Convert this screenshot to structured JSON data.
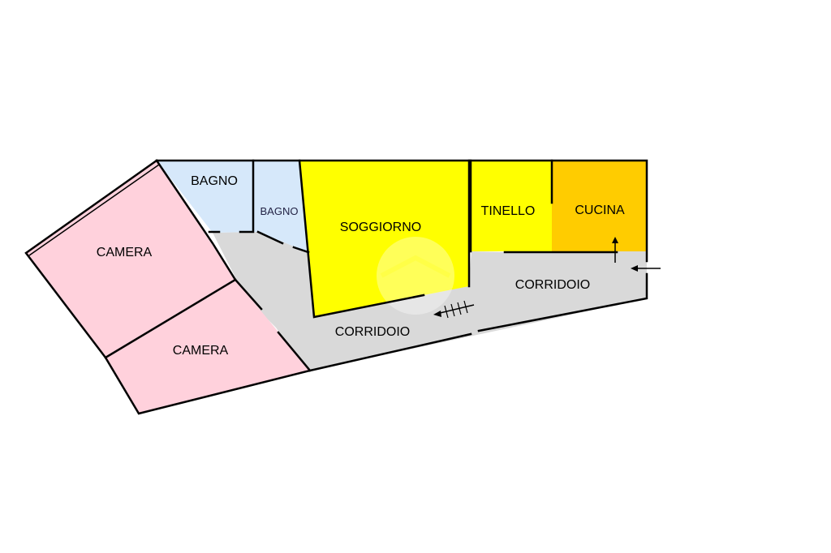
{
  "rooms": {
    "camera_top": "CAMERA",
    "camera_bottom": "CAMERA",
    "bagno_1": "BAGNO",
    "bagno_2": "BAGNO",
    "soggiorno": "SOGGIORNO",
    "tinello": "TINELLO",
    "cucina": "CUCINA",
    "corridoio_left": "CORRIDOIO",
    "corridoio_right": "CORRIDOIO"
  },
  "colors": {
    "camera": "#ffd1dc",
    "bagno": "#d6e8fa",
    "soggiorno": "#ffff00",
    "tinello": "#ffff00",
    "cucina": "#ffcc00",
    "corridoio": "#d9d9d9",
    "wall": "#000000"
  },
  "icons": {
    "entrance": "arrow-left-icon",
    "stairs": "stairs-arrow-icon",
    "kitchen_entry": "arrow-up-icon",
    "watermark": "logo-watermark-icon"
  }
}
